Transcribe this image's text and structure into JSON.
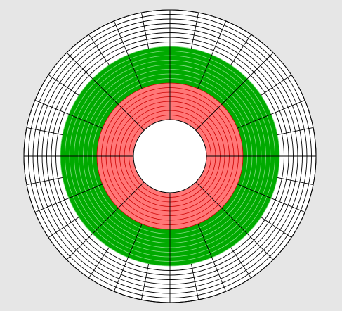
{
  "colors": {
    "background": "#e6e6e6",
    "outer_band_fill": "#ffffff",
    "outer_band_stroke": "#000000",
    "middle_band_fill": "#00aa00",
    "middle_band_stroke": "#88dd88",
    "inner_band_fill": "#ff7777",
    "inner_band_stroke": "#cc0000",
    "hole_fill": "#ffffff",
    "spoke_stroke": "#000000"
  },
  "rings": [
    {
      "name": "outer-band",
      "ring_count": 8,
      "fill_key": "outer_band_fill",
      "stroke_key": "outer_band_stroke"
    },
    {
      "name": "middle-band",
      "ring_count": 8,
      "fill_key": "middle_band_fill",
      "stroke_key": "middle_band_stroke"
    },
    {
      "name": "inner-band",
      "ring_count": 8,
      "fill_key": "inner_band_fill",
      "stroke_key": "inner_band_stroke"
    }
  ],
  "spokes": {
    "count": 32
  }
}
